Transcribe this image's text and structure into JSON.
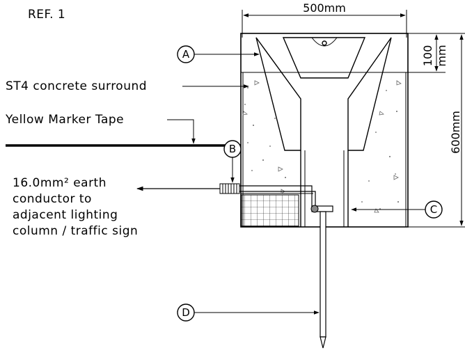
{
  "title": "REF. 1",
  "dimensions": {
    "width": "500mm",
    "top_depth_line1": "100",
    "top_depth_line2": "mm",
    "height": "600mm"
  },
  "labels": {
    "concrete": "ST4 concrete surround",
    "tape": "Yellow Marker Tape",
    "earth": [
      "16.0mm² earth",
      "conductor to",
      "adjacent lighting",
      "column / traffic sign"
    ]
  },
  "callouts": {
    "a": "A",
    "b": "B",
    "c": "C",
    "d": "D"
  }
}
